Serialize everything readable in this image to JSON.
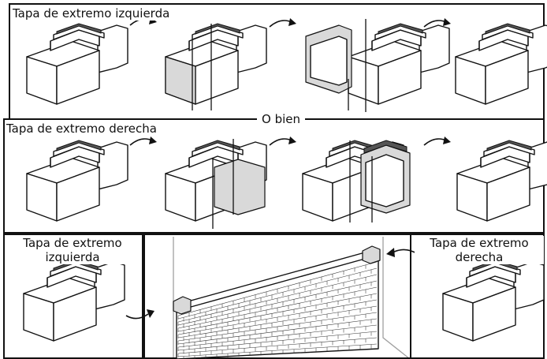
{
  "labels": {
    "row1_title": "Tapa de extremo izquierda",
    "divider_text": "O bien",
    "row2_title": "Tapa de extremo derecha",
    "bottom_left": "Tapa de extremo izquierda",
    "bottom_right": "Tapa de extremo derecha"
  },
  "icons": {
    "arrow": "curved-arrow-icon",
    "block": "siding-block-icon",
    "wall": "stone-wall-icon"
  }
}
